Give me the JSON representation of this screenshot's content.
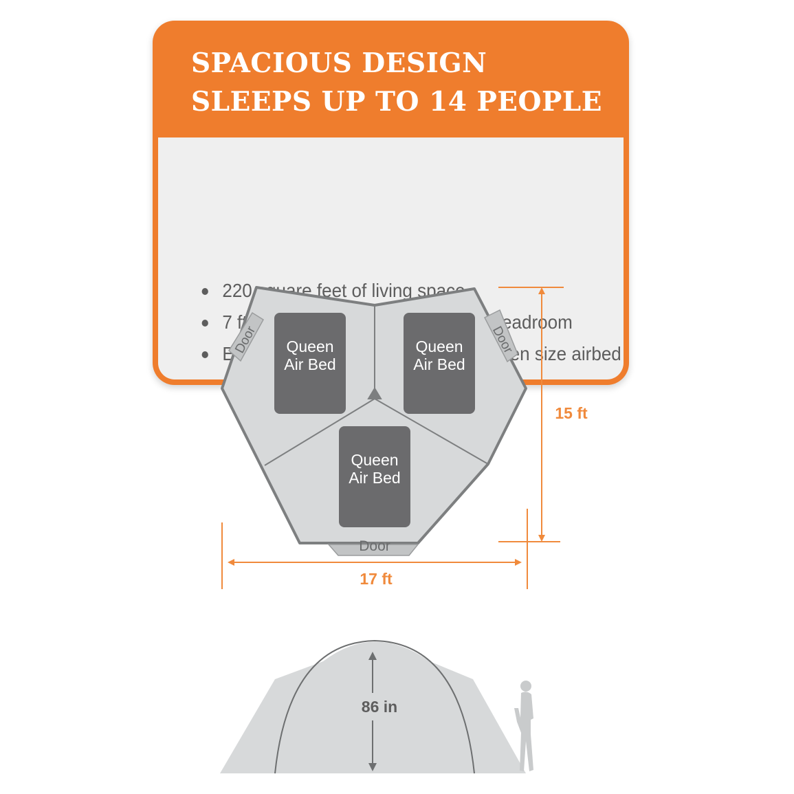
{
  "headline": {
    "line1": "SPACIOUS DESIGN",
    "line2": "SLEEPS UP TO 14 PEOPLE"
  },
  "features": [
    "220 square feet of living space",
    "7 ft 2 in peak height for maximum headroom",
    "Each room can accommodate a queen size airbed"
  ],
  "floorplan": {
    "beds": [
      {
        "line1": "Queen",
        "line2": "Air Bed"
      },
      {
        "line1": "Queen",
        "line2": "Air Bed"
      },
      {
        "line1": "Queen",
        "line2": "Air Bed"
      }
    ],
    "doors": [
      "Door",
      "Door",
      "Door"
    ],
    "depth_label": "15 ft",
    "width_label": "17 ft"
  },
  "profile": {
    "height_label": "86 in"
  },
  "colors": {
    "brand_orange": "#ef7d2d",
    "dimension_orange": "#f08a3c",
    "tent_fill": "#d7d9da",
    "bed_fill": "#6b6b6d",
    "outline": "#7d7f80"
  },
  "icons": [
    "person-silhouette-icon"
  ]
}
